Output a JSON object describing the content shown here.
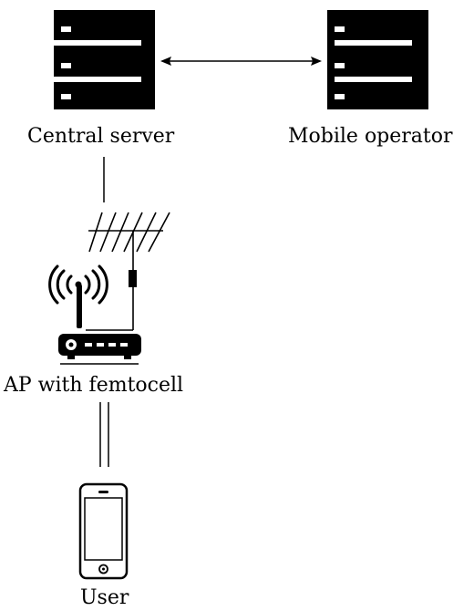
{
  "nodes": {
    "central_server": {
      "label": "Central server"
    },
    "mobile_operator": {
      "label": "Mobile operator"
    },
    "access_point": {
      "label": "AP with femtocell"
    },
    "user": {
      "label": "User"
    }
  },
  "connections": [
    {
      "from": "central_server",
      "to": "mobile_operator",
      "style": "double-arrow"
    },
    {
      "from": "central_server",
      "to": "antenna",
      "style": "line"
    },
    {
      "from": "antenna",
      "to": "access_point",
      "style": "cable"
    },
    {
      "from": "access_point",
      "to": "user",
      "style": "double-line"
    }
  ],
  "icons": {
    "server": "server-rack-icon",
    "antenna": "antenna-icon",
    "router": "wifi-router-icon",
    "phone": "smartphone-icon"
  },
  "colors": {
    "ink": "#000000",
    "background": "#ffffff"
  }
}
